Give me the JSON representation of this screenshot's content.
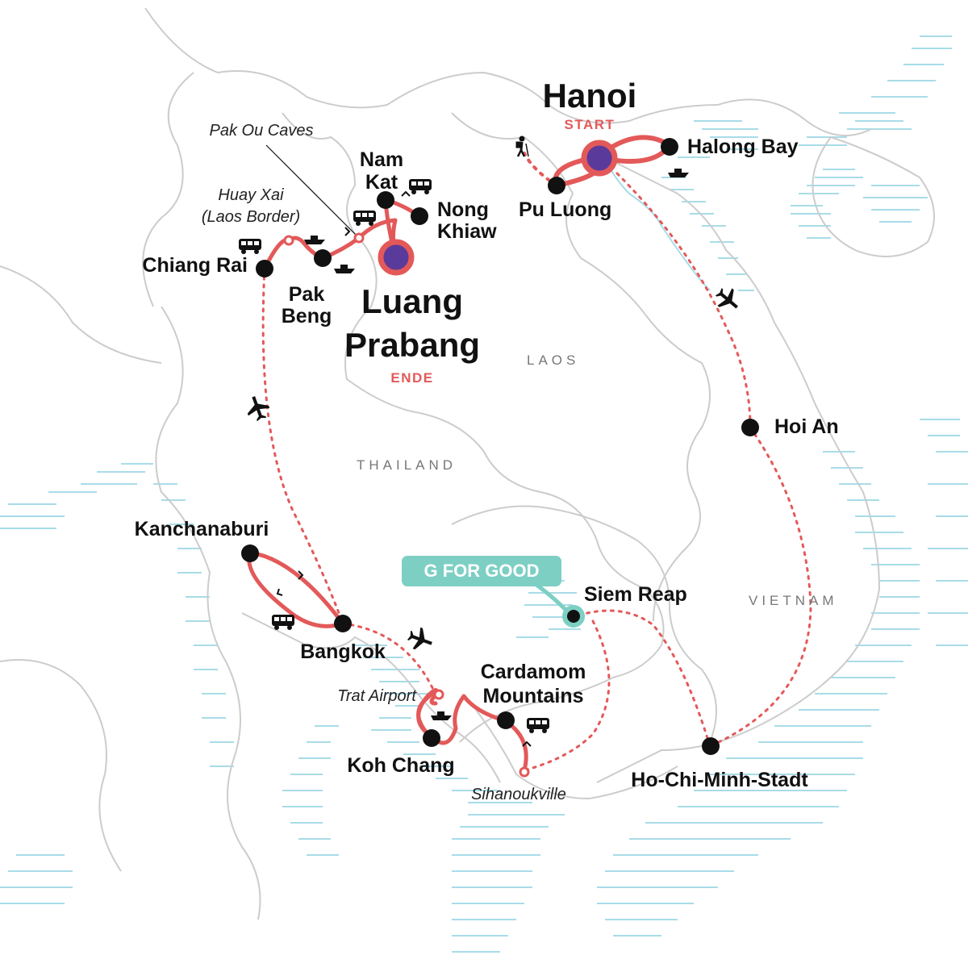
{
  "colors": {
    "route": "#E35959",
    "stop": "#111111",
    "hub": "#5A3A9A",
    "gforgood": "#7DCFC4",
    "water": "#A8DCE8",
    "border": "#CCCCCC",
    "country_label": "#777777"
  },
  "map": {
    "countries": [
      "LAOS",
      "THAILAND",
      "VIETNAM"
    ],
    "start": {
      "city": "Hanoi",
      "tag": "START"
    },
    "end": {
      "city": [
        "Luang",
        "Prabang"
      ],
      "tag": "ENDE"
    },
    "gforgood_badge": "G FOR GOOD",
    "stops": {
      "nam_kat": [
        "Nam",
        "Kat"
      ],
      "nong_khiaw": [
        "Nong",
        "Khiaw"
      ],
      "halong_bay": "Halong Bay",
      "pu_luong": "Pu Luong",
      "chiang_rai": "Chiang Rai",
      "pak_beng": [
        "Pak",
        "Beng"
      ],
      "hoi_an": "Hoi An",
      "kanchanaburi": "Kanchanaburi",
      "bangkok": "Bangkok",
      "siem_reap": "Siem Reap",
      "cardamom": [
        "Cardamom",
        "Mountains"
      ],
      "koh_chang": "Koh Chang",
      "hcmc": "Ho-Chi-Minh-Stadt"
    },
    "waypoints": {
      "pak_ou": "Pak Ou Caves",
      "huay_xai": [
        "Huay Xai",
        "(Laos Border)"
      ],
      "trat": "Trat Airport",
      "sihanoukville": "Sihanoukville"
    },
    "transport_icons": [
      "bus-icon",
      "boat-icon",
      "plane-icon",
      "hiker-icon"
    ]
  }
}
